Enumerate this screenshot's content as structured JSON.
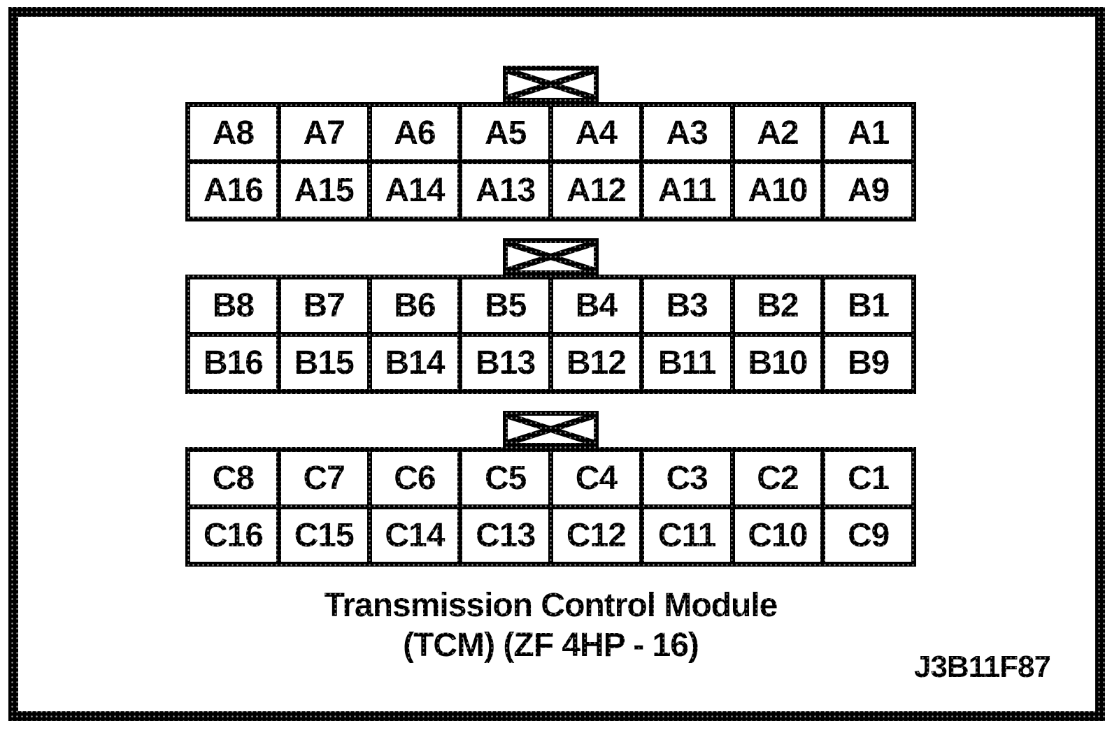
{
  "figure": {
    "caption_line1": "Transmission Control Module",
    "caption_line2": "(TCM) (ZF 4HP - 16)",
    "figure_code": "J3B11F87"
  },
  "colors": {
    "line": "#000000",
    "background": "#ffffff"
  },
  "connectors": [
    {
      "id": "A",
      "row1": [
        "A8",
        "A7",
        "A6",
        "A5",
        "A4",
        "A3",
        "A2",
        "A1"
      ],
      "row2": [
        "A16",
        "A15",
        "A14",
        "A13",
        "A12",
        "A11",
        "A10",
        "A9"
      ]
    },
    {
      "id": "B",
      "row1": [
        "B8",
        "B7",
        "B6",
        "B5",
        "B4",
        "B3",
        "B2",
        "B1"
      ],
      "row2": [
        "B16",
        "B15",
        "B14",
        "B13",
        "B12",
        "B11",
        "B10",
        "B9"
      ]
    },
    {
      "id": "C",
      "row1": [
        "C8",
        "C7",
        "C6",
        "C5",
        "C4",
        "C3",
        "C2",
        "C1"
      ],
      "row2": [
        "C16",
        "C15",
        "C14",
        "C13",
        "C12",
        "C11",
        "C10",
        "C9"
      ]
    }
  ]
}
